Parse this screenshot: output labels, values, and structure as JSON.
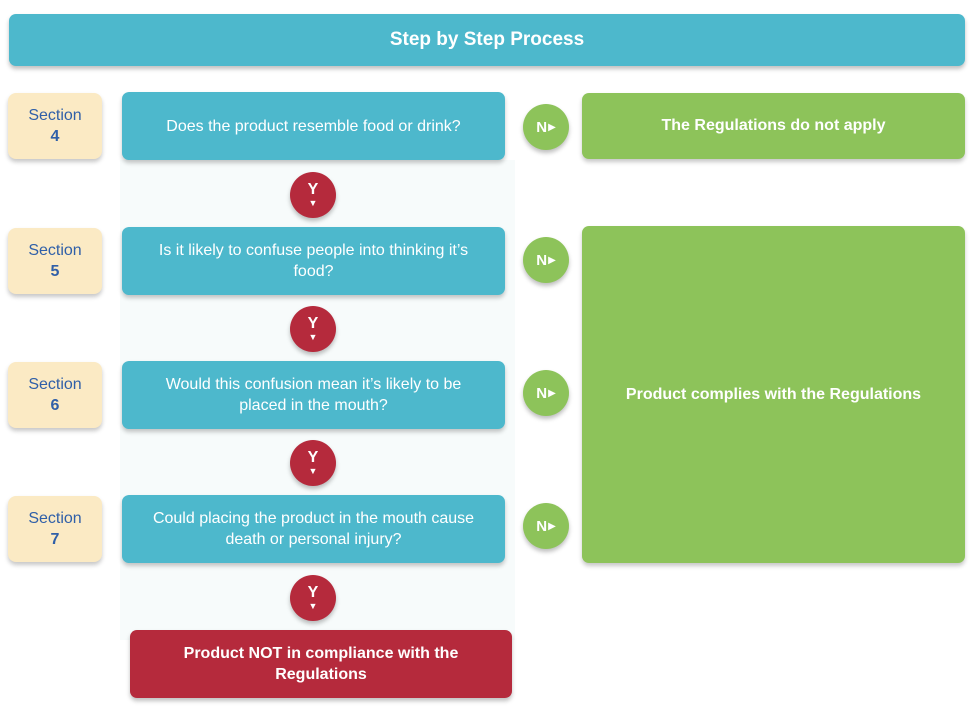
{
  "header": {
    "title": "Step by Step Process"
  },
  "steps": [
    {
      "section_label": "Section",
      "section_number": "4",
      "question": "Does the product resemble food or drink?",
      "yes_label": "Y",
      "no_label": "N"
    },
    {
      "section_label": "Section",
      "section_number": "5",
      "question": "Is it likely to confuse people into thinking it’s food?",
      "yes_label": "Y",
      "no_label": "N"
    },
    {
      "section_label": "Section",
      "section_number": "6",
      "question": "Would this confusion mean it’s likely to be placed in the mouth?",
      "yes_label": "Y",
      "no_label": "N"
    },
    {
      "section_label": "Section",
      "section_number": "7",
      "question": "Could placing the product in the mouth cause death or personal injury?",
      "yes_label": "Y",
      "no_label": "N"
    }
  ],
  "outcomes": {
    "not_apply": "The Regulations do not apply",
    "complies": "Product complies with the Regulations",
    "not_compliant": "Product NOT in compliance with the Regulations"
  },
  "colors": {
    "question_box": "#4db8cc",
    "section_box": "#fbeac4",
    "section_text": "#2f5fa8",
    "yes_circle": "#b52a3c",
    "no_circle": "#8dc35a",
    "outcome_green": "#8dc35a",
    "outcome_red": "#b52a3c"
  },
  "icons": {
    "yes_arrow": "down-triangle-icon",
    "no_arrow": "right-triangle-icon"
  }
}
